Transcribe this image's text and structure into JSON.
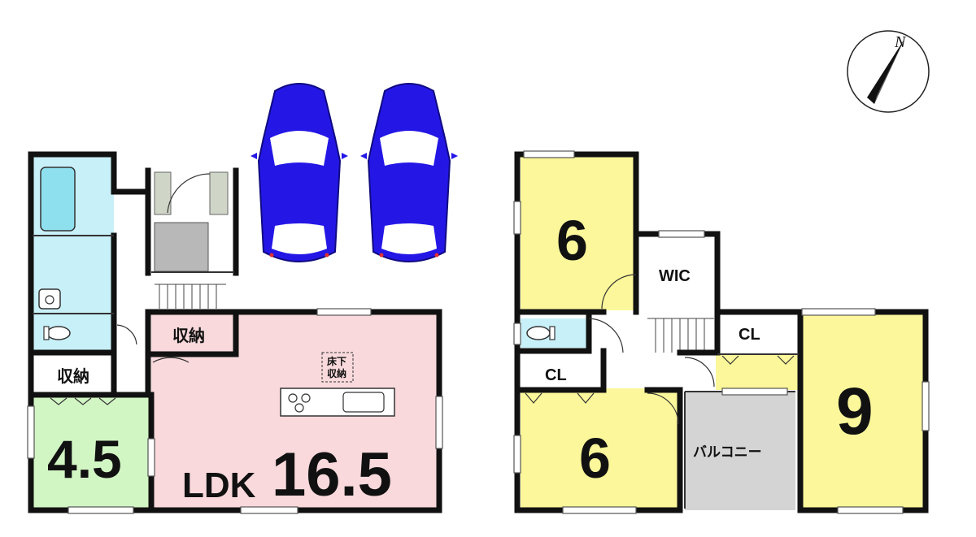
{
  "floor1": {
    "ldk": {
      "prefix": "LDK",
      "size": "16.5"
    },
    "washitsu": {
      "size": "4.5"
    },
    "storage_a": "収納",
    "storage_b": "収納",
    "underfloor_line1": "床下",
    "underfloor_line2": "収納"
  },
  "floor2": {
    "room_nw": {
      "size": "6"
    },
    "room_sw": {
      "size": "6"
    },
    "room_e": {
      "size": "9"
    },
    "wic": "WIC",
    "cl_a": "CL",
    "cl_b": "CL",
    "balcony": "バルコニー"
  },
  "compass": {
    "north": "N"
  },
  "colors": {
    "wall": "#111111",
    "ldk_fill": "#f9d9dc",
    "washitsu_fill": "#d2f5c4",
    "wet_fill": "#c8f0f8",
    "bedroom_fill": "#fbf79a",
    "balcony_fill": "#d4d4d4",
    "car_body": "#2417e6",
    "car_glass": "#ffffff"
  }
}
